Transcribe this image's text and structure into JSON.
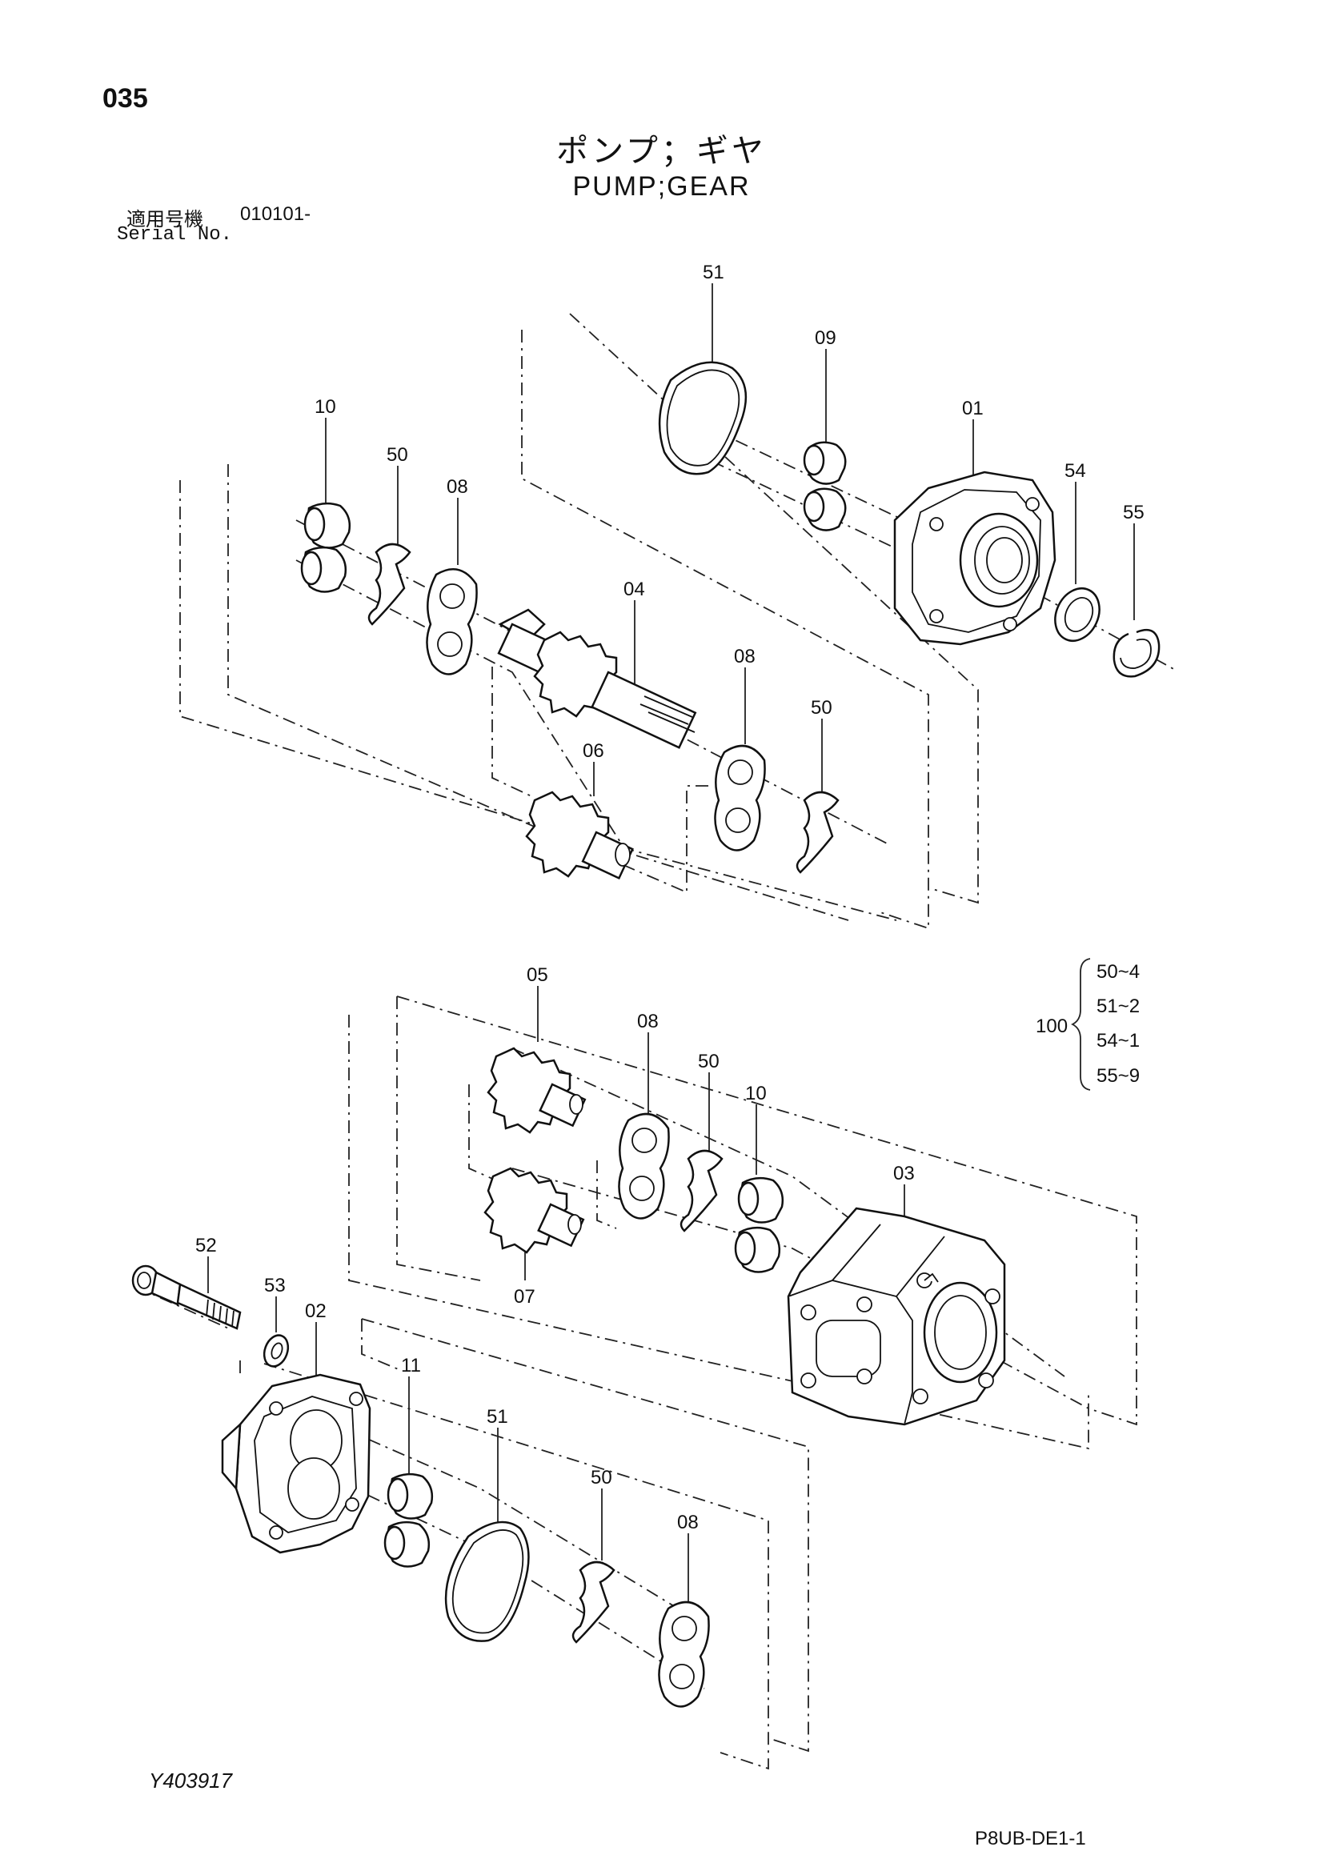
{
  "header": {
    "page_number": "035",
    "title_jp": "ポンプ；ギヤ",
    "title_en": "PUMP;GEAR",
    "serial_label_jp": "適用号機",
    "serial_number": "010101-",
    "serial_label_en": "Serial No."
  },
  "parts": [
    {
      "id": "p51a",
      "label": "51"
    },
    {
      "id": "p09",
      "label": "09"
    },
    {
      "id": "p01",
      "label": "01"
    },
    {
      "id": "p54",
      "label": "54"
    },
    {
      "id": "p55",
      "label": "55"
    },
    {
      "id": "p10a",
      "label": "10"
    },
    {
      "id": "p50a",
      "label": "50"
    },
    {
      "id": "p08a",
      "label": "08"
    },
    {
      "id": "p04",
      "label": "04"
    },
    {
      "id": "p08b",
      "label": "08"
    },
    {
      "id": "p50b",
      "label": "50"
    },
    {
      "id": "p06",
      "label": "06"
    },
    {
      "id": "p05",
      "label": "05"
    },
    {
      "id": "p08c",
      "label": "08"
    },
    {
      "id": "p50c",
      "label": "50"
    },
    {
      "id": "p10b",
      "label": "10"
    },
    {
      "id": "p03",
      "label": "03"
    },
    {
      "id": "p07",
      "label": "07"
    },
    {
      "id": "p52",
      "label": "52"
    },
    {
      "id": "p53",
      "label": "53"
    },
    {
      "id": "p02",
      "label": "02"
    },
    {
      "id": "p11",
      "label": "11"
    },
    {
      "id": "p51b",
      "label": "51"
    },
    {
      "id": "p50d",
      "label": "50"
    },
    {
      "id": "p08d",
      "label": "08"
    }
  ],
  "kit": {
    "label": "100",
    "items": [
      "50~4",
      "51~2",
      "54~1",
      "55~9"
    ]
  },
  "footer": {
    "doc_code": "Y403917",
    "ref_code": "P8UB-DE1-1"
  }
}
